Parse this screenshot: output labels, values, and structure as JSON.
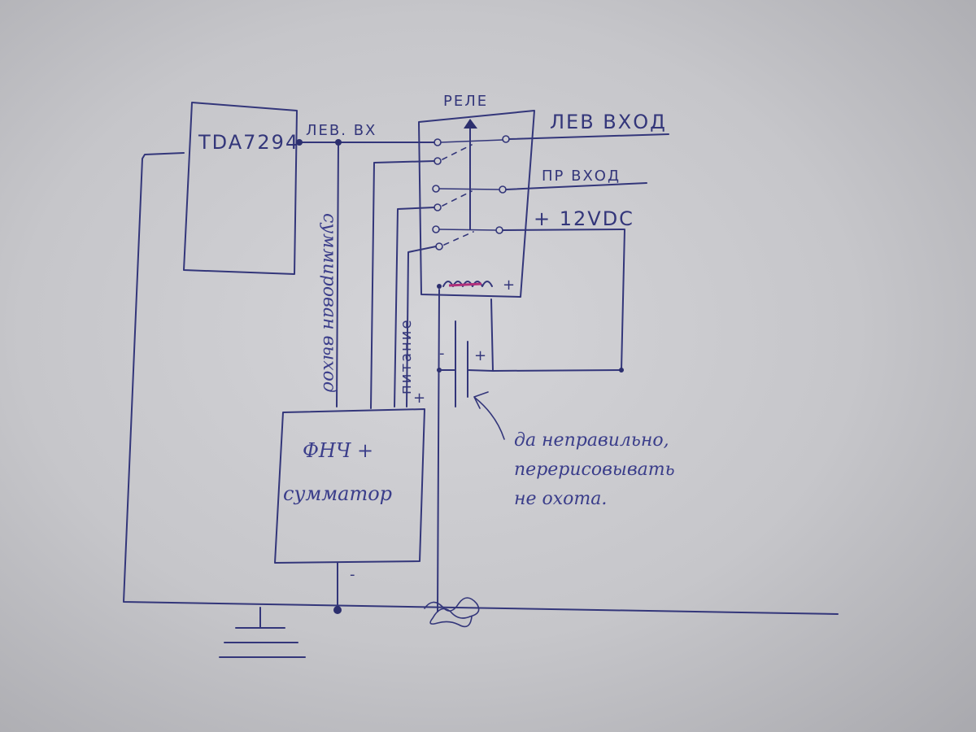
{
  "components": {
    "amplifier": "TDA7294",
    "relay": "РЕЛЕ",
    "filter_line1": "ФНЧ +",
    "filter_line2": "сумматор"
  },
  "labels": {
    "left_out": "ЛЕВ. ВХ",
    "left_input": "ЛЕВ  ВХОД",
    "right_input": "ПР  ВХОД",
    "supply": "+ 12VDC",
    "summed_output": "суммирован выход",
    "power": "питание",
    "plus": "+",
    "minus": "-"
  },
  "note": {
    "line1": "да неправильно,",
    "line2": "перерисовывать",
    "line3": "не охота."
  }
}
